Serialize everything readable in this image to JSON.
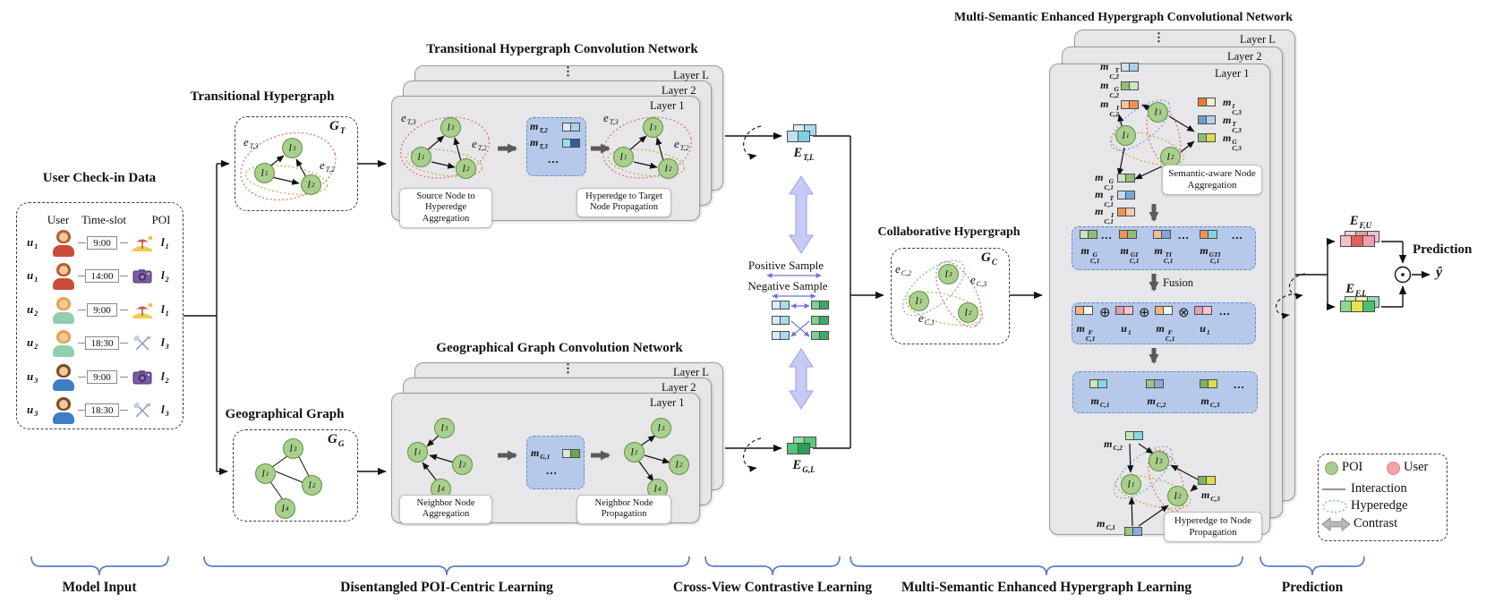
{
  "titles": {
    "checkin": "User Check-in Data",
    "trans_hg": "Transitional Hypergraph",
    "trans_net": "Transitional Hypergraph Convolution Network",
    "geo_g": "Geographical Graph",
    "geo_net": "Geographical Graph Convolution Network",
    "collab_hg": "Collaborative Hypergraph",
    "ms_net": "Multi-Semantic Enhanced Hypergraph Convolutional Network"
  },
  "layers": {
    "l1": "Layer 1",
    "l2": "Layer 2",
    "lL": "Layer L"
  },
  "captions": {
    "src_agg": "Source Node to Hyperedge Aggregation",
    "hyp_prop": "Hyperedge to Target Node Propagation",
    "nbr_agg": "Neighbor Node Aggregation",
    "nbr_prop": "Neighbor Node Propagation",
    "sem_agg": "Semantic-aware Node Aggregation",
    "hyp_node_prop": "Hyperedge to Node Propagation",
    "fusion": "Fusion"
  },
  "contrastive": {
    "positive": "Positive Sample",
    "negative": "Negative Sample"
  },
  "prediction": {
    "label": "Prediction",
    "yhat": "ŷ"
  },
  "legend": {
    "poi": "POI",
    "user": "User",
    "interaction": "Interaction",
    "hyperedge": "Hyperedge",
    "contrast": "Contrast",
    "poi_color": "#a8cf8e",
    "user_color": "#f4a2a6"
  },
  "bottom": {
    "labels": [
      "Model Input",
      "Disentangled POI-Centric Learning",
      "Cross-View Contrastive Learning",
      "Multi-Semantic Enhanced Hypergraph Learning",
      "Prediction"
    ]
  },
  "checkin": {
    "columns": [
      "User",
      "Time-slot",
      "POI"
    ],
    "rows": [
      {
        "user": {
          "b": "u",
          "u": "1"
        },
        "hair": "#b85c2e",
        "shirt": "#cc4b39",
        "time": "9:00",
        "poi": {
          "b": "l",
          "u": "1"
        },
        "poi_icon": "beach-icon"
      },
      {
        "user": {
          "b": "u",
          "u": "1"
        },
        "hair": "#b85c2e",
        "shirt": "#cc4b39",
        "time": "14:00",
        "poi": {
          "b": "l",
          "u": "2"
        },
        "poi_icon": "camera-icon"
      },
      {
        "user": {
          "b": "u",
          "u": "2"
        },
        "hair": "#e3a34f",
        "shirt": "#8fcfae",
        "time": "9:00",
        "poi": {
          "b": "l",
          "u": "1"
        },
        "poi_icon": "beach-icon"
      },
      {
        "user": {
          "b": "u",
          "u": "2"
        },
        "hair": "#e3a34f",
        "shirt": "#8fcfae",
        "time": "18:30",
        "poi": {
          "b": "l",
          "u": "3"
        },
        "poi_icon": "food-icon"
      },
      {
        "user": {
          "b": "u",
          "u": "3"
        },
        "hair": "#7a4a21",
        "shirt": "#3d7ec2",
        "time": "9:00",
        "poi": {
          "b": "l",
          "u": "2"
        },
        "poi_icon": "camera-icon"
      },
      {
        "user": {
          "b": "u",
          "u": "3"
        },
        "hair": "#7a4a21",
        "shirt": "#3d7ec2",
        "time": "18:30",
        "poi": {
          "b": "l",
          "u": "3"
        },
        "poi_icon": "food-icon"
      }
    ]
  },
  "math": {
    "l1": {
      "b": "l",
      "u": "1"
    },
    "l2": {
      "b": "l",
      "u": "2"
    },
    "l3": {
      "b": "l",
      "u": "3"
    },
    "l4": {
      "b": "l",
      "u": "4"
    },
    "gT": {
      "b": "G",
      "u": "T"
    },
    "gG": {
      "b": "G",
      "u": "G"
    },
    "gC": {
      "b": "G",
      "u": "C"
    },
    "eT3": {
      "b": "e",
      "u": "T,3"
    },
    "eT2": {
      "b": "e",
      "u": "T,2"
    },
    "eC1": {
      "b": "e",
      "u": "C,1"
    },
    "eC2": {
      "b": "e",
      "u": "C,2"
    },
    "eC3": {
      "b": "e",
      "u": "C,3"
    },
    "mT2": {
      "b": "m",
      "u": "T,2"
    },
    "mT3": {
      "b": "m",
      "u": "T,3"
    },
    "mG1": {
      "b": "m",
      "u": "G,1"
    },
    "ETL": {
      "b": "E",
      "u": "T,L"
    },
    "EGL": {
      "b": "E",
      "u": "G,L"
    },
    "EFU": {
      "b": "E",
      "u": "F,U"
    },
    "EFL": {
      "b": "E",
      "u": "F,L"
    },
    "mTC2": {
      "b": "m",
      "s": "T",
      "u": "C,2"
    },
    "mGC2": {
      "b": "m",
      "s": "G",
      "u": "C,2"
    },
    "mIC2": {
      "b": "m",
      "s": "I",
      "u": "C,2"
    },
    "mIC3": {
      "b": "m",
      "s": "I",
      "u": "C,3"
    },
    "mTC3": {
      "b": "m",
      "s": "T",
      "u": "C,3"
    },
    "mGC3": {
      "b": "m",
      "s": "G",
      "u": "C,3"
    },
    "mGC1": {
      "b": "m",
      "s": "G",
      "u": "C,1"
    },
    "mTC1": {
      "b": "m",
      "s": "T",
      "u": "C,1"
    },
    "mIC1": {
      "b": "m",
      "s": "I",
      "u": "C,1"
    },
    "mGIC1": {
      "b": "m",
      "s": "GI",
      "u": "C,1"
    },
    "mTIC1": {
      "b": "m",
      "s": "TI",
      "u": "C,1"
    },
    "mGTIC1": {
      "b": "m",
      "s": "GTI",
      "u": "C,1"
    },
    "mFC1": {
      "b": "m",
      "s": "F",
      "u": "C,1"
    },
    "u1": {
      "b": "u",
      "u": "1"
    },
    "mC1": {
      "b": "m",
      "u": "C,1"
    },
    "mC2": {
      "b": "m",
      "u": "C,2"
    },
    "mC3": {
      "b": "m",
      "u": "C,3"
    }
  },
  "chips": {
    "mT2": [
      "#dce9f7",
      "#a8d3ea"
    ],
    "mT3": [
      "#9fdde8",
      "#2f5f9e"
    ],
    "mG1": [
      "#d9ead3",
      "#6aa84f"
    ],
    "etl_b": [
      "#d8ecf7",
      "#a8dcec"
    ],
    "etl_f": [
      "#bfe0ef",
      "#7fcfe0"
    ],
    "egl_b": [
      "#8fdca8",
      "#5ec77e"
    ],
    "egl_f": [
      "#52c47a",
      "#2f9e57"
    ],
    "cl": [
      "#dce9f7",
      "#a8dcec"
    ],
    "cr": [
      "#7ccf92",
      "#41a86a"
    ],
    "mTC2": [
      "#cfe2f3",
      "#a8d3ea"
    ],
    "mGC2": [
      "#8fbf76",
      "#cfe3c2"
    ],
    "mIC2": [
      "#f5c09a",
      "#ef9355"
    ],
    "mIC3": [
      "#ed7d31",
      "#fbeed3"
    ],
    "mTC3": [
      "#6d9ec9",
      "#b4d3ea"
    ],
    "mGC3": [
      "#8fbf76",
      "#d9e04f"
    ],
    "mGC1": [
      "#cfe3c2",
      "#8fbf76"
    ],
    "mTC1": [
      "#c6dbf0",
      "#7da7d9"
    ],
    "mIC1": [
      "#ef9355",
      "#f8cbad"
    ],
    "mGIC1": [
      "#ef9355",
      "#8fbf76"
    ],
    "mTIC1": [
      "#f5c09a",
      "#7da7d9"
    ],
    "mGTIC1": [
      "#ef9355",
      "#7fd8d8"
    ],
    "mFC1": [
      "#f5b183",
      "#f7f3ee"
    ],
    "u1p": [
      "#e39bb0",
      "#f4c4ce"
    ],
    "mC1": [
      "#c9e4bb",
      "#86d8e4"
    ],
    "mC2": [
      "#9dc487",
      "#8fa8d8"
    ],
    "mC3": [
      "#79b55a",
      "#dbe14e"
    ],
    "efu_b": [
      "#f4d0d6",
      "#ee9a9a",
      "#f6c3cb"
    ],
    "efu_f": [
      "#f5c0ca",
      "#e55f5f",
      "#ef9fae"
    ],
    "efl_b": [
      "#c9ecc2",
      "#f0eca6",
      "#9adbb0"
    ],
    "efl_f": [
      "#8fd98f",
      "#e8e34e",
      "#4bbf72"
    ]
  },
  "misc": {
    "dots": "...",
    "vdots": "⋮",
    "oplus": "⊕",
    "otimes": "⊗"
  }
}
